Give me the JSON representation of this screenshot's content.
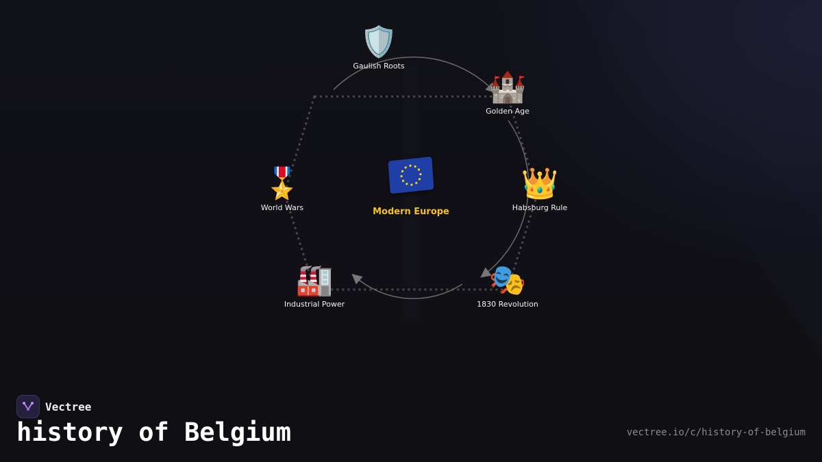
{
  "center": {
    "label": "Modern Europe",
    "icon": "eu-flag-icon"
  },
  "nodes": [
    {
      "label": "Gaulish Roots",
      "emoji": "🛡️",
      "icon": "shield-icon"
    },
    {
      "label": "Golden Age",
      "emoji": "🏰",
      "icon": "castle-icon"
    },
    {
      "label": "Habsburg Rule",
      "emoji": "👑",
      "icon": "crown-icon"
    },
    {
      "label": "1830 Revolution",
      "emoji": "🎭",
      "icon": "theater-masks-icon"
    },
    {
      "label": "Industrial Power",
      "emoji": "🏭",
      "icon": "factory-icon"
    },
    {
      "label": "World Wars",
      "emoji": "🎖️",
      "icon": "military-medal-icon"
    }
  ],
  "brand": {
    "name": "Vectree"
  },
  "title": "history of Belgium",
  "url": "vectree.io/c/history-of-belgium",
  "colors": {
    "background": "#101016",
    "center_label": "#f5c21b",
    "connector": "#555555",
    "flow_arrow": "#777777",
    "brand_accent": "#b57cf0"
  }
}
